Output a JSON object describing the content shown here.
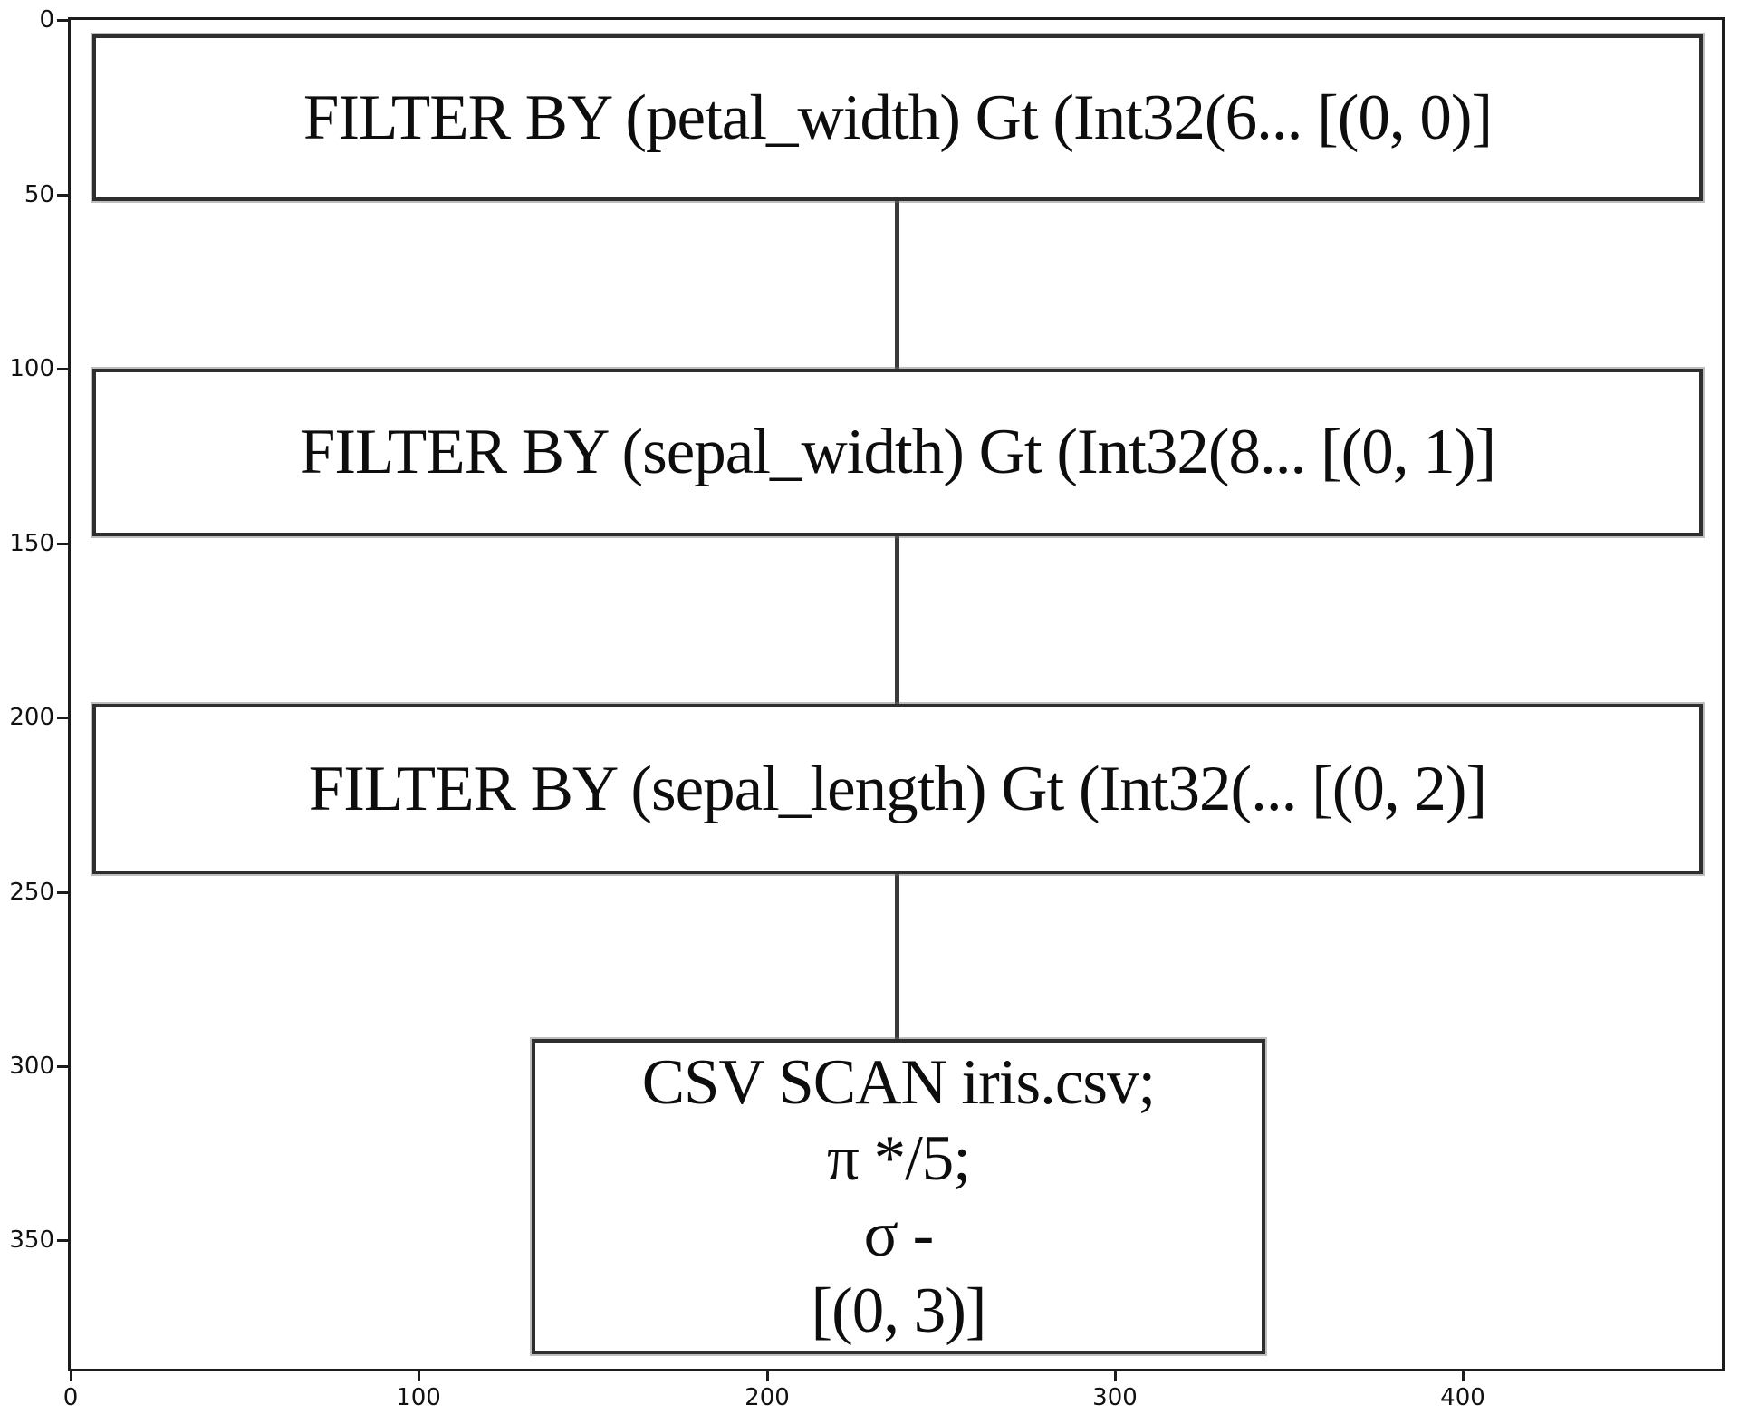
{
  "figure": {
    "kind": "polars-query-plan-rendered-in-plot",
    "background": "#ffffff"
  },
  "colors": {
    "spine": "#1c1c1c",
    "node_border": "#2e2e2e",
    "edge_line": "#3a3a3a",
    "text": "#0d0d0d"
  },
  "axes": {
    "x_ticks": [
      "0",
      "100",
      "200",
      "300",
      "400"
    ],
    "y_ticks": [
      "0",
      "50",
      "100",
      "150",
      "200",
      "250",
      "300",
      "350"
    ]
  },
  "diagram": {
    "nodes": [
      {
        "id": "filter-petal-width",
        "label": "FILTER BY (petal_width) Gt (Int32(6... [(0, 0)]"
      },
      {
        "id": "filter-sepal-width",
        "label": "FILTER BY (sepal_width) Gt (Int32(8... [(0, 1)]"
      },
      {
        "id": "filter-sepal-length",
        "label": "FILTER BY (sepal_length) Gt (Int32(... [(0, 2)]"
      },
      {
        "id": "csv-scan",
        "lines": [
          "CSV SCAN iris.csv;",
          "π */5;",
          "σ -",
          "[(0, 3)]"
        ]
      }
    ],
    "edges": [
      {
        "from": "filter-petal-width",
        "to": "filter-sepal-width"
      },
      {
        "from": "filter-sepal-width",
        "to": "filter-sepal-length"
      },
      {
        "from": "filter-sepal-length",
        "to": "csv-scan"
      }
    ]
  }
}
